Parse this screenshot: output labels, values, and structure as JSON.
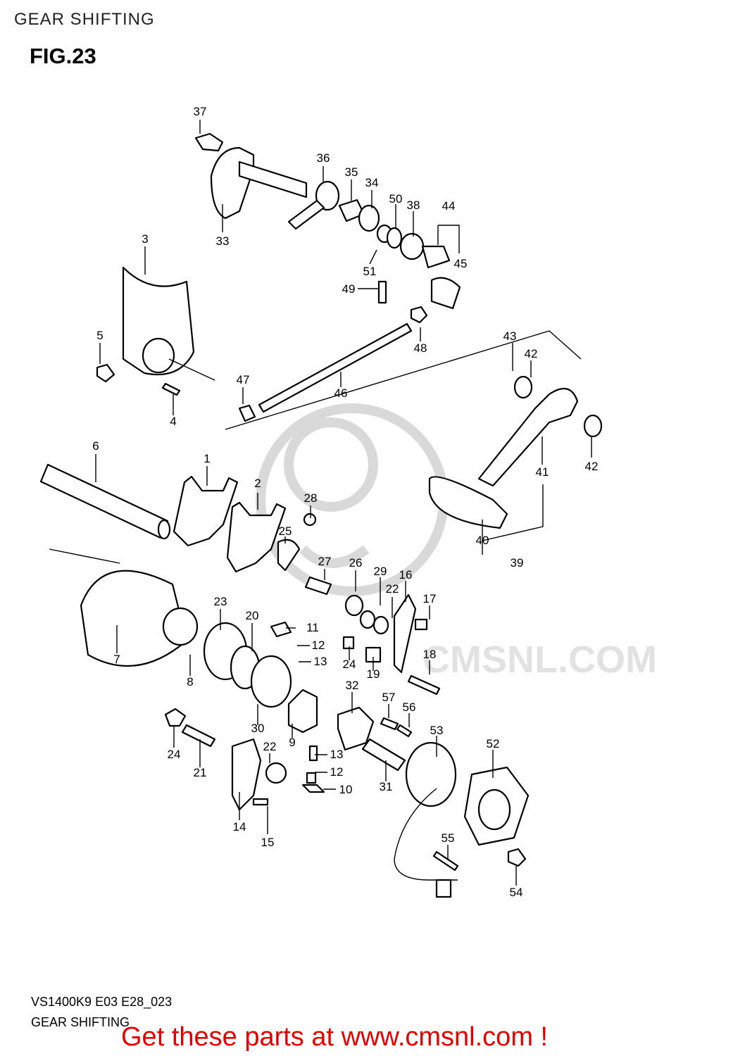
{
  "header": "GEAR SHIFTING",
  "figure": "FIG.23",
  "footer": {
    "model_code": "VS1400K9 E03 E28_023",
    "caption": "GEAR SHIFTING"
  },
  "promo": "Get these parts at www.cmsnl.com !",
  "watermark": "CMSNL.COM",
  "callouts": [
    {
      "id": "c37",
      "text": "37"
    },
    {
      "id": "c36",
      "text": "36"
    },
    {
      "id": "c35",
      "text": "35"
    },
    {
      "id": "c34",
      "text": "34"
    },
    {
      "id": "c50",
      "text": "50"
    },
    {
      "id": "c38",
      "text": "38"
    },
    {
      "id": "c44",
      "text": "44"
    },
    {
      "id": "c45",
      "text": "45"
    },
    {
      "id": "c33",
      "text": "33"
    },
    {
      "id": "c3",
      "text": "3"
    },
    {
      "id": "c51",
      "text": "51"
    },
    {
      "id": "c49",
      "text": "49"
    },
    {
      "id": "c48",
      "text": "48"
    },
    {
      "id": "c5",
      "text": "5"
    },
    {
      "id": "c43",
      "text": "43"
    },
    {
      "id": "c42a",
      "text": "42"
    },
    {
      "id": "c47",
      "text": "47"
    },
    {
      "id": "c46",
      "text": "46"
    },
    {
      "id": "c4",
      "text": "4"
    },
    {
      "id": "c6",
      "text": "6"
    },
    {
      "id": "c1",
      "text": "1"
    },
    {
      "id": "c2",
      "text": "2"
    },
    {
      "id": "c41",
      "text": "41"
    },
    {
      "id": "c42b",
      "text": "42"
    },
    {
      "id": "c28",
      "text": "28"
    },
    {
      "id": "c25",
      "text": "25"
    },
    {
      "id": "c40",
      "text": "40"
    },
    {
      "id": "c39",
      "text": "39"
    },
    {
      "id": "c27",
      "text": "27"
    },
    {
      "id": "c26",
      "text": "26"
    },
    {
      "id": "c29",
      "text": "29"
    },
    {
      "id": "c16",
      "text": "16"
    },
    {
      "id": "c22a",
      "text": "22"
    },
    {
      "id": "c17",
      "text": "17"
    },
    {
      "id": "c23",
      "text": "23"
    },
    {
      "id": "c20",
      "text": "20"
    },
    {
      "id": "c11",
      "text": "11"
    },
    {
      "id": "c7",
      "text": "7"
    },
    {
      "id": "c12a",
      "text": "12"
    },
    {
      "id": "c13a",
      "text": "13"
    },
    {
      "id": "c24a",
      "text": "24"
    },
    {
      "id": "c19",
      "text": "19"
    },
    {
      "id": "c18",
      "text": "18"
    },
    {
      "id": "c8",
      "text": "8"
    },
    {
      "id": "c32",
      "text": "32"
    },
    {
      "id": "c57",
      "text": "57"
    },
    {
      "id": "c56",
      "text": "56"
    },
    {
      "id": "c30",
      "text": "30"
    },
    {
      "id": "c9",
      "text": "9"
    },
    {
      "id": "c53",
      "text": "53"
    },
    {
      "id": "c52",
      "text": "52"
    },
    {
      "id": "c24b",
      "text": "24"
    },
    {
      "id": "c21",
      "text": "21"
    },
    {
      "id": "c22b",
      "text": "22"
    },
    {
      "id": "c13b",
      "text": "13"
    },
    {
      "id": "c12b",
      "text": "12"
    },
    {
      "id": "c10",
      "text": "10"
    },
    {
      "id": "c31",
      "text": "31"
    },
    {
      "id": "c14",
      "text": "14"
    },
    {
      "id": "c15",
      "text": "15"
    },
    {
      "id": "c55",
      "text": "55"
    },
    {
      "id": "c54",
      "text": "54"
    }
  ]
}
